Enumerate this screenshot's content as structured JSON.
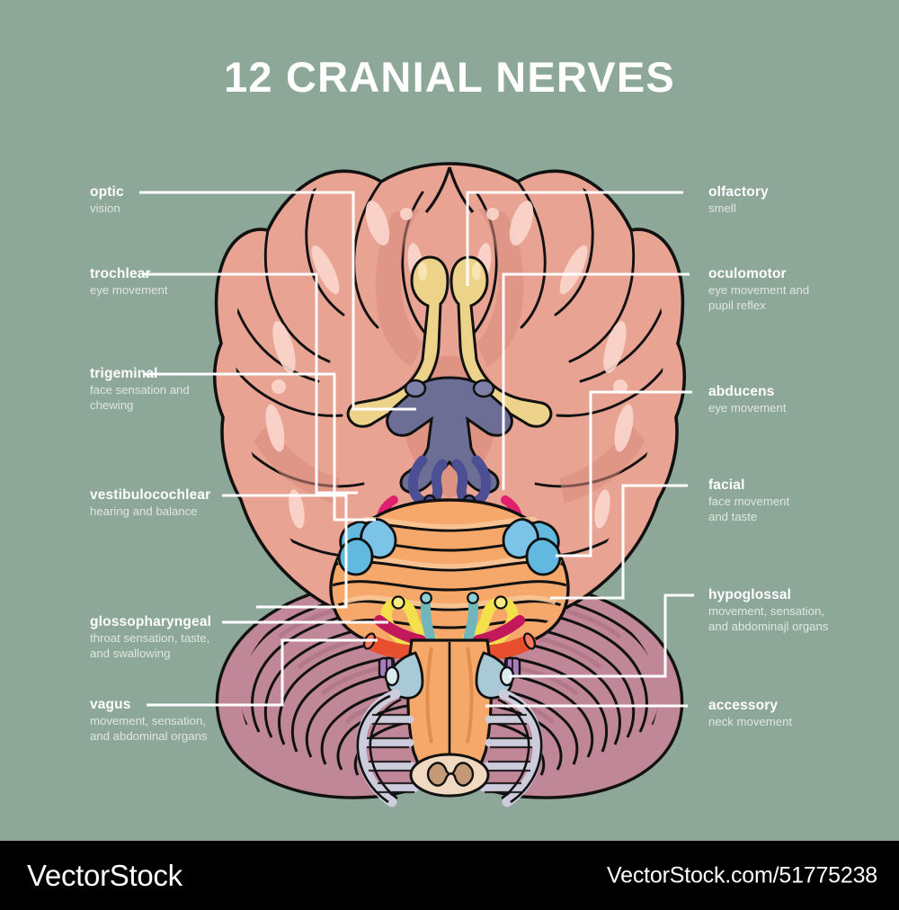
{
  "title": "12 CRANIAL NERVES",
  "background_color": "#8da799",
  "colors": {
    "background": "#8da799",
    "text_primary": "#ffffff",
    "text_secondary": "#dfe7e0",
    "leader_line": "#ffffff",
    "cerebrum": "#e9a392",
    "cerebrum_shadow": "#d98d7e",
    "cerebellum": "#c08799",
    "cerebellum_shadow": "#a86d80",
    "brainstem": "#f5a86a",
    "olfactory": "#edd28a",
    "optic_chiasm": "#6d6e96",
    "oculomotor": "#4c4f93",
    "trigeminal": "#e0206e",
    "abducens": "#62b9e0",
    "facial": "#62b9e0",
    "vestibulocochlear": "#7cc3e8",
    "glossopharyngeal": "#f2e14a",
    "vagus": "#e84f2e",
    "accessory": "#b88ccc",
    "hypoglossal": "#a9c9d6",
    "spinal_roots": "#ccccdd",
    "outline": "#111111"
  },
  "labels_left": [
    {
      "name": "optic",
      "desc": "vision"
    },
    {
      "name": "trochlear",
      "desc": "eye movement"
    },
    {
      "name": "trigeminal",
      "desc": "face sensation and\nchewing"
    },
    {
      "name": "vestibulocochlear",
      "desc": "hearing and balance"
    },
    {
      "name": "glossopharyngeal",
      "desc": "throat sensation, taste,\nand swallowing"
    },
    {
      "name": "vagus",
      "desc": "movement, sensation,\nand abdominal organs"
    }
  ],
  "labels_right": [
    {
      "name": "olfactory",
      "desc": "smell"
    },
    {
      "name": "oculomotor",
      "desc": "eye movement and\npupil reflex"
    },
    {
      "name": "abducens",
      "desc": "eye movement"
    },
    {
      "name": "facial",
      "desc": "face movement\nand taste"
    },
    {
      "name": "hypoglossal",
      "desc": "movement, sensation,\nand abdominajl organs"
    },
    {
      "name": "accessory",
      "desc": "neck movement"
    }
  ],
  "footer": {
    "brand": "VectorStock",
    "url": "VectorStock.com/51775238"
  }
}
